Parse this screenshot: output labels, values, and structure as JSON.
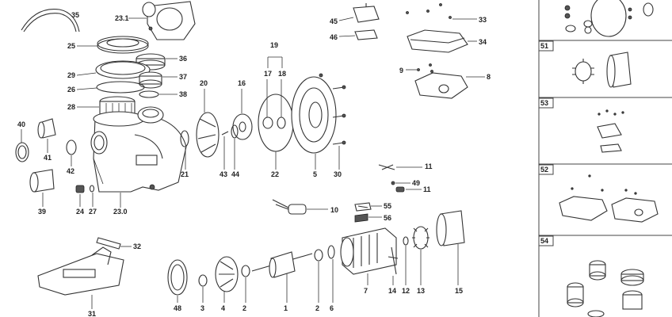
{
  "labels": {
    "l35": "35",
    "l23_1": "23.1",
    "l25": "25",
    "l36": "36",
    "l29": "29",
    "l37": "37",
    "l26": "26",
    "l38": "38",
    "l28": "28",
    "l40": "40",
    "l41": "41",
    "l42": "42",
    "l39": "39",
    "l24": "24",
    "l27": "27",
    "l23_0": "23.0",
    "l20": "20",
    "l21": "21",
    "l16": "16",
    "l43": "43",
    "l44": "44",
    "l19": "19",
    "l17": "17",
    "l18": "18",
    "l22": "22",
    "l5": "5",
    "l30": "30",
    "l45": "45",
    "l46": "46",
    "l33": "33",
    "l34": "34",
    "l9": "9",
    "l8": "8",
    "l11a": "11",
    "l49": "49",
    "l11b": "11",
    "l10": "10",
    "l55": "55",
    "l56": "56",
    "l32": "32",
    "l31": "31",
    "l48": "48",
    "l3": "3",
    "l4": "4",
    "l2a": "2",
    "l1": "1",
    "l2b": "2",
    "l6": "6",
    "l7": "7",
    "l14": "14",
    "l12": "12",
    "l13": "13",
    "l15": "15"
  },
  "boxes": {
    "b51": "51",
    "b53": "53",
    "b52": "52",
    "b54": "54"
  }
}
